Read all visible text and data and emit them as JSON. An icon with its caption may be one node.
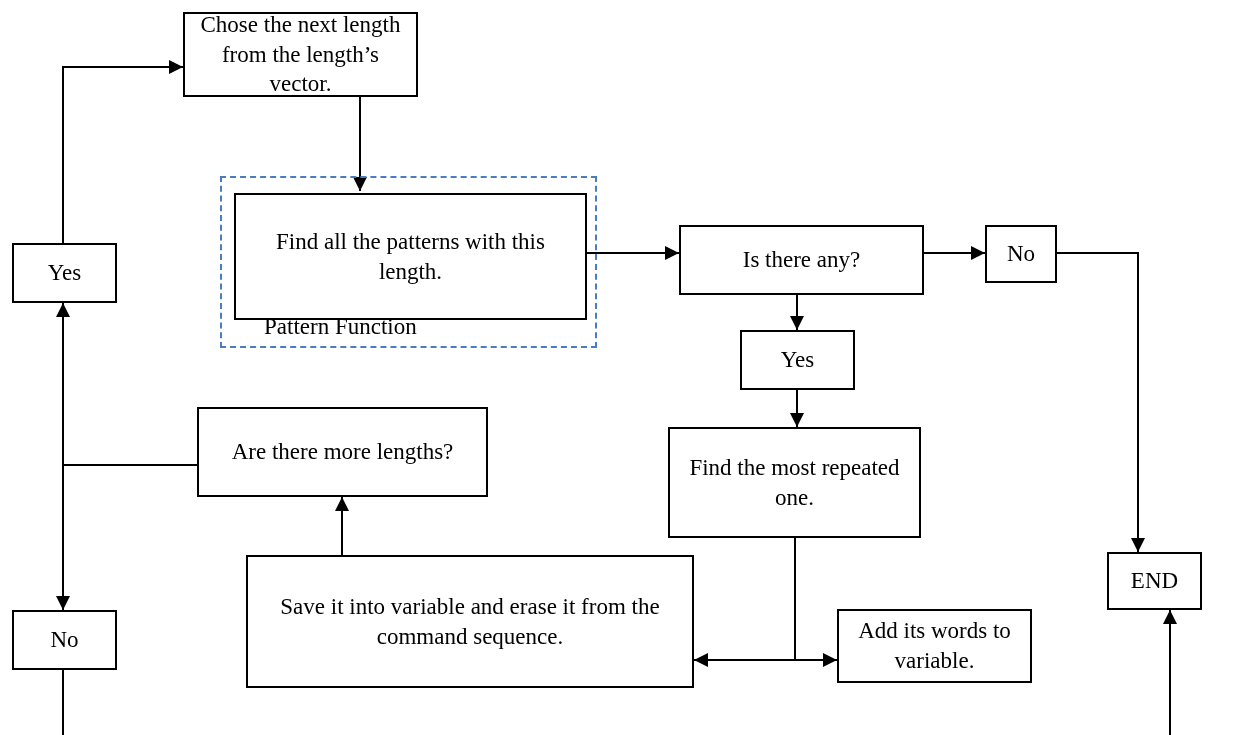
{
  "diagram": {
    "nodes": [
      {
        "text": [
          "Chose the next length from the length’s vector."
        ]
      },
      {
        "text": [
          "Pattern Function"
        ]
      },
      {
        "text": [
          "Find all the patterns with this length."
        ],
        "in": 1
      },
      {
        "text": [
          "Is there any?"
        ]
      },
      {
        "text": [
          "No"
        ]
      },
      {
        "text": [
          "Yes"
        ]
      },
      {
        "text": [
          "Find the most repeated one."
        ]
      },
      {
        "text": [
          "Are there more lengths?"
        ]
      },
      {
        "text": [
          "Save it into variable and erase it from the command sequence."
        ]
      },
      {
        "text": [
          "Add its words to variable."
        ]
      },
      {
        "text": [
          "Yes"
        ]
      },
      {
        "text": [
          "No"
        ]
      },
      {
        "text": [
          "END"
        ]
      }
    ],
    "edges": [
      {
        "from": 10,
        "to": 0,
        "arrow": "to"
      },
      {
        "from": 0,
        "to": 2,
        "arrow": "to"
      },
      {
        "from": 2,
        "to": 3,
        "arrow": "to"
      },
      {
        "from": 3,
        "to": 4,
        "arrow": "to"
      },
      {
        "from": 4,
        "to": 12,
        "arrow": "to"
      },
      {
        "from": 3,
        "to": 5,
        "arrow": "to"
      },
      {
        "from": 5,
        "to": 6,
        "arrow": "to"
      },
      {
        "from": 6,
        "to": 8,
        "arrow": "to"
      },
      {
        "from": 6,
        "to": 9,
        "arrow": "to"
      },
      {
        "from": 8,
        "to": 7,
        "arrow": "to"
      },
      {
        "from": 7,
        "to": 10,
        "arrow": "to"
      },
      {
        "from": 7,
        "to": 11,
        "arrow": "to"
      },
      {
        "from": 11,
        "to": null,
        "arrow": "none"
      },
      {
        "from": null,
        "to": 12,
        "arrow": "to"
      }
    ]
  }
}
